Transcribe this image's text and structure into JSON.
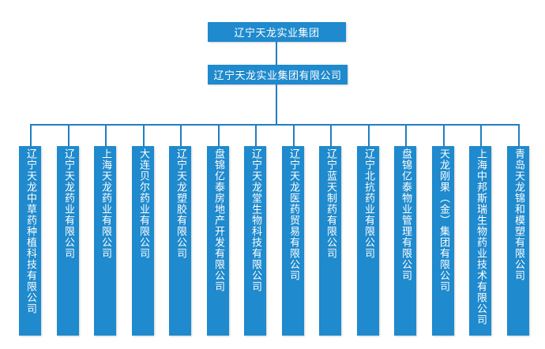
{
  "chart_data": {
    "type": "diagram",
    "diagram_type": "organizational-chart",
    "title": "辽宁天龙实业集团",
    "orientation": "top-down",
    "levels": 3,
    "accent_color": "#1f8acd",
    "line_color": "#1f7fc0",
    "background_color": "#ffffff",
    "text_color": "#ffffff",
    "leaf_count": 14
  },
  "root": {
    "label": "辽宁天龙实业集团"
  },
  "parent": {
    "label": "辽宁天龙实业集团有限公司"
  },
  "subsidiaries": [
    {
      "label": "辽宁天龙中草药种植科技有限公司"
    },
    {
      "label": "辽宁天龙药业有限公司"
    },
    {
      "label": "上海天龙药业有限公司"
    },
    {
      "label": "大连贝尔药业有限公司"
    },
    {
      "label": "辽宁天龙塑胶有限公司"
    },
    {
      "label": "盘锦亿泰房地产开发有限公司"
    },
    {
      "label": "辽宁天龙堂生物科技有限公司"
    },
    {
      "label": "辽宁天龙医药贸易有限公司"
    },
    {
      "label": "辽宁蓝天制药有限公司"
    },
    {
      "label": "辽宁北抗药业有限公司"
    },
    {
      "label": "盘锦亿泰物业管理有限公司"
    },
    {
      "label": "天龙刚果（金）集团有限公司"
    },
    {
      "label": "上海中邦斯瑞生物药业技术有限公司"
    },
    {
      "label": "青岛天龙锦和模塑有限公司"
    }
  ]
}
